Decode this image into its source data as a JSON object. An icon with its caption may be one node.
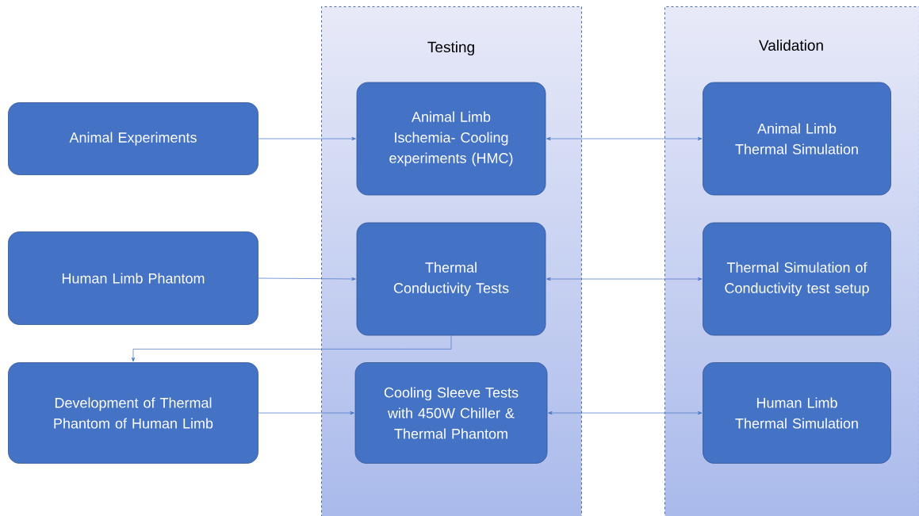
{
  "diagram": {
    "nodes": [
      {
        "text": [
          "Testing"
        ]
      },
      {
        "text": [
          "Validation"
        ]
      },
      {
        "text": [
          "Animal Experiments"
        ]
      },
      {
        "text": [
          "Animal Limb Ischemia- Cooling experiments (HMC)"
        ],
        "in": 0
      },
      {
        "text": [
          "Animal Limb Thermal Simulation"
        ],
        "in": 1
      },
      {
        "text": [
          "Human Limb Phantom"
        ]
      },
      {
        "text": [
          "Thermal Conductivity Tests"
        ],
        "in": 0
      },
      {
        "text": [
          "Thermal Simulation of Conductivity test setup"
        ],
        "in": 1
      },
      {
        "text": [
          "Development of Thermal Phantom of Human Limb"
        ]
      },
      {
        "text": [
          "Cooling Sleeve Tests with 450W Chiller & Thermal Phantom"
        ],
        "in": 0
      },
      {
        "text": [
          "Human Limb Thermal Simulation"
        ],
        "in": 1
      }
    ],
    "edges": [
      {
        "from": 2,
        "to": 3,
        "arrow": "to"
      },
      {
        "from": 3,
        "to": 4,
        "arrow": "both"
      },
      {
        "from": 5,
        "to": 6,
        "arrow": "to"
      },
      {
        "from": 6,
        "to": 7,
        "arrow": "both"
      },
      {
        "from": 6,
        "to": 8,
        "arrow": "to"
      },
      {
        "from": 8,
        "to": 9,
        "arrow": "to"
      },
      {
        "from": 9,
        "to": 10,
        "arrow": "both"
      }
    ]
  }
}
